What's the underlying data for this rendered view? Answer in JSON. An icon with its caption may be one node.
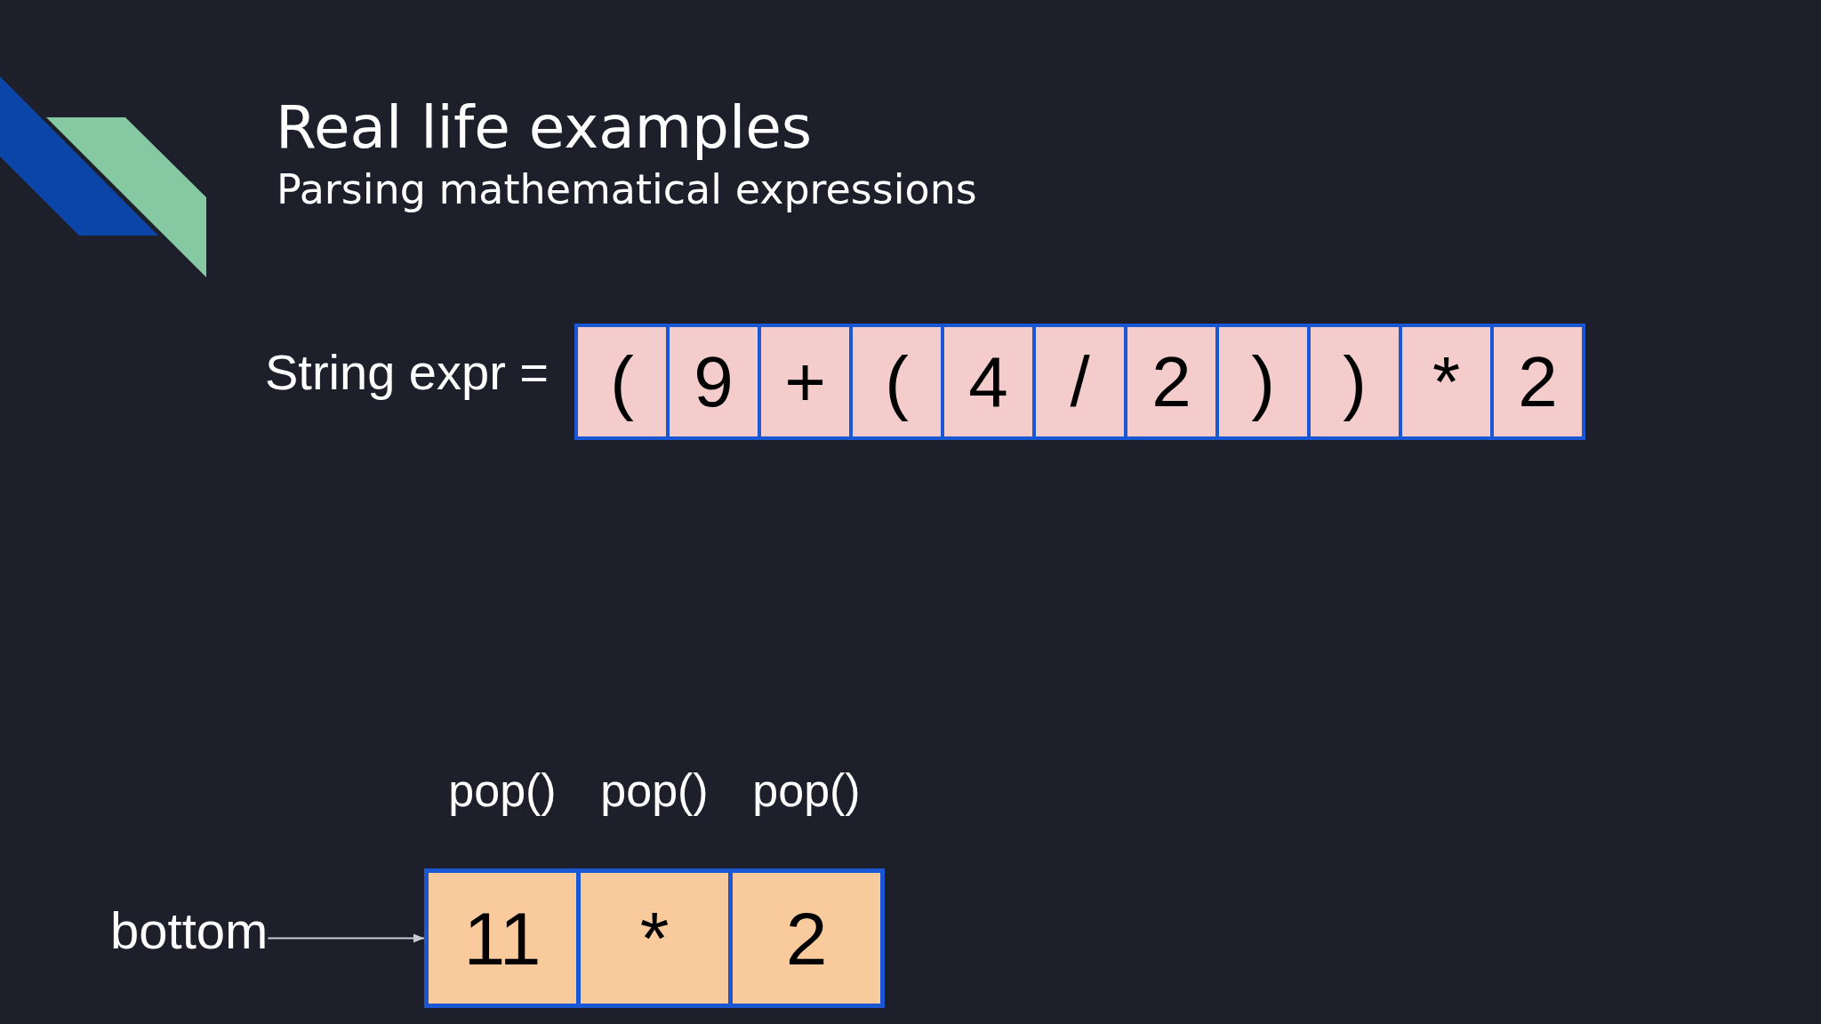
{
  "diagram": {
    "title": "Real life examples",
    "nodes": [
      {
        "text": [
          "("
        ]
      },
      {
        "text": [
          "9"
        ]
      },
      {
        "text": [
          "+"
        ]
      },
      {
        "text": [
          "("
        ]
      },
      {
        "text": [
          "4"
        ]
      },
      {
        "text": [
          "/"
        ]
      },
      {
        "text": [
          "2"
        ]
      },
      {
        "text": [
          ")"
        ]
      },
      {
        "text": [
          ")"
        ]
      },
      {
        "text": [
          "*"
        ]
      },
      {
        "text": [
          "2"
        ]
      },
      {
        "text": [
          "bottom"
        ]
      },
      {
        "text": [
          "11"
        ]
      },
      {
        "text": [
          "*"
        ]
      },
      {
        "text": [
          "2"
        ]
      }
    ],
    "edges": [
      {
        "from": 11,
        "to": 12,
        "arrow": "to"
      }
    ],
    "labels": [
      "Parsing mathematical expressions",
      "String expr =",
      "pop()",
      "pop()",
      "pop()"
    ]
  }
}
